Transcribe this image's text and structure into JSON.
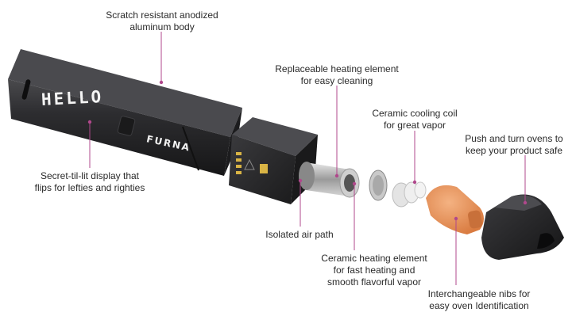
{
  "device": {
    "brand_text": "FURNA",
    "display_text": "HELLO"
  },
  "callouts": {
    "body": {
      "line1": "Scratch resistant anodized",
      "line2": "aluminum body"
    },
    "heating_element": {
      "line1": "Replaceable heating element",
      "line2": "for easy cleaning"
    },
    "cooling_coil": {
      "line1": "Ceramic cooling coil",
      "line2": "for great vapor"
    },
    "ovens": {
      "line1": "Push and turn ovens to",
      "line2": "keep your product safe"
    },
    "display": {
      "line1": "Secret-til-lit display that",
      "line2": "flips for lefties and righties"
    },
    "air_path": {
      "line1": "Isolated air path"
    },
    "ceramic_heating": {
      "line1": "Ceramic heating element",
      "line2": "for fast heating and",
      "line3": "smooth flavorful vapor"
    },
    "nibs": {
      "line1": "Interchangeable nibs for",
      "line2": "easy oven Identification"
    }
  },
  "colors": {
    "leader_line": "#b0488c",
    "body_dark": "#2b2b2d",
    "nib_orange": "#e7955c"
  }
}
